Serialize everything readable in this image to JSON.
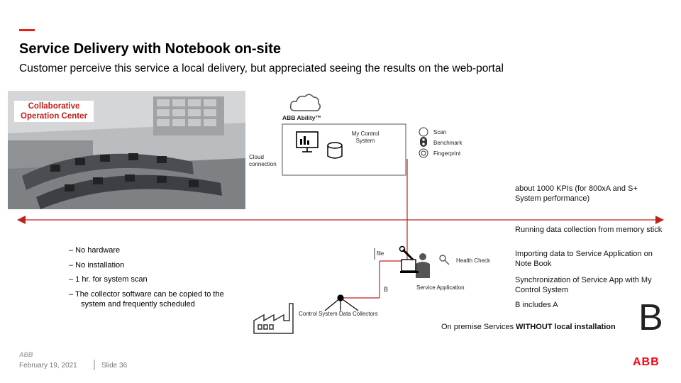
{
  "slide": {
    "title": "Service Delivery with Notebook on-site",
    "subtitle": "Customer perceive this service a local delivery, but appreciated seeing the results on the web-portal"
  },
  "photo_label": "Collaborative Operation Center",
  "cloud": {
    "brand": "ABB Ability™",
    "my_control_system": "My Control System",
    "cloud_connection": "Cloud connection",
    "scan": "Scan",
    "benchmark": "Benchmark",
    "fingerprint": "Fingerprint"
  },
  "notes": {
    "kpis": "about 1000 KPIs (for 800xA and S+ System performance)",
    "running": "Running data collection from memory stick",
    "importing": "Importing data to Service Application on Note Book",
    "sync": "Synchronization of Service App with My Control System",
    "includes": "B includes A",
    "on_premise_prefix": "On premise Services ",
    "on_premise_bold": "WITHOUT local installation"
  },
  "bullets": [
    "– No hardware",
    "– No installation",
    "– 1 hr. for system scan",
    "– The collector software can be copied to the system and frequently scheduled"
  ],
  "site": {
    "file_label": "file",
    "b_label": "B",
    "collectors": "Control System Data Collectors",
    "service_app": "Service Application",
    "health_check": "Health Check"
  },
  "big_letter": "B",
  "footer": {
    "logo_small": "ABB",
    "date": "February 19, 2021",
    "slide": "Slide 36",
    "logo": "ABB"
  },
  "colors": {
    "accent": "#e2231a",
    "abb_red": "#ff000f",
    "line_red": "#c0201a"
  }
}
